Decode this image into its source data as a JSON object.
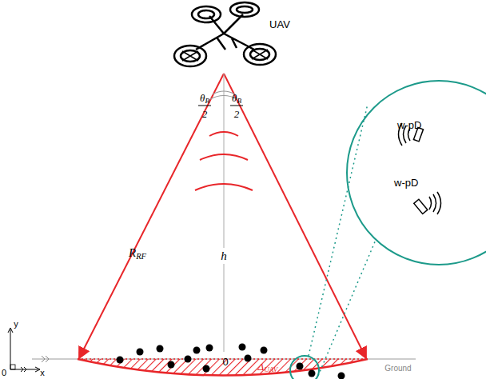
{
  "diagram": {
    "nodes": [
      {
        "text": [
          "w-pD",
          "w-pD"
        ]
      }
    ],
    "labels": [
      "UAV",
      "θB",
      "2",
      "θB",
      "2",
      "RRF",
      "h",
      "0",
      "ΔUAV",
      "Ground",
      "y",
      "x",
      "0"
    ]
  }
}
